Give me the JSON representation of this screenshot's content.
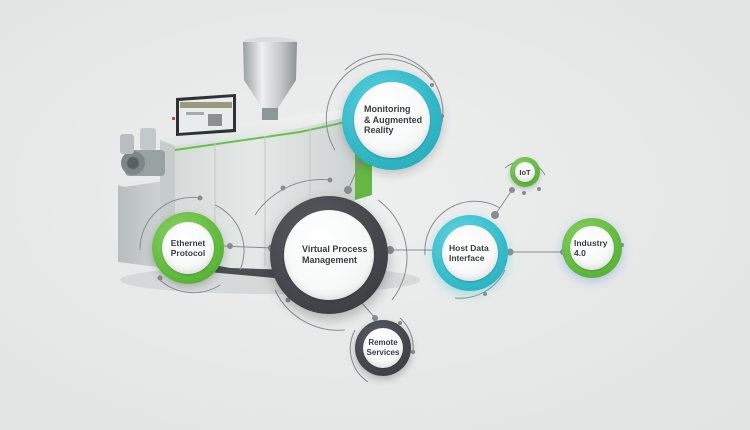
{
  "diagram": {
    "type": "hub-network",
    "background_color": "#e8eaea",
    "colors": {
      "teal": "#34bccb",
      "green": "#5cb83a",
      "dark": "#45474b",
      "line": "#8a8d90"
    },
    "nodes": [
      {
        "id": "monitoring",
        "label_line1": "Monitoring",
        "label_line2": "& Augmented",
        "label_line3": "Reality",
        "ring_color": "teal"
      },
      {
        "id": "virtual",
        "label_line1": "Virtual Process",
        "label_line2": "Management",
        "ring_color": "dark"
      },
      {
        "id": "ethernet",
        "label_line1": "Ethernet",
        "label_line2": "Protocol",
        "ring_color": "green"
      },
      {
        "id": "host",
        "label_line1": "Host Data",
        "label_line2": "Interface",
        "ring_color": "teal"
      },
      {
        "id": "iot",
        "label_line1": "IoT",
        "ring_color": "green"
      },
      {
        "id": "industry",
        "label_line1": "Industry",
        "label_line2": "4.0",
        "ring_color": "green"
      },
      {
        "id": "remote",
        "label_line1": "Remote",
        "label_line2": "Services",
        "ring_color": "dark"
      }
    ],
    "edges": [
      [
        "virtual",
        "monitoring"
      ],
      [
        "virtual",
        "ethernet"
      ],
      [
        "virtual",
        "host"
      ],
      [
        "virtual",
        "remote"
      ],
      [
        "host",
        "iot"
      ],
      [
        "host",
        "industry"
      ]
    ],
    "illustration": "extrusion-machine"
  }
}
